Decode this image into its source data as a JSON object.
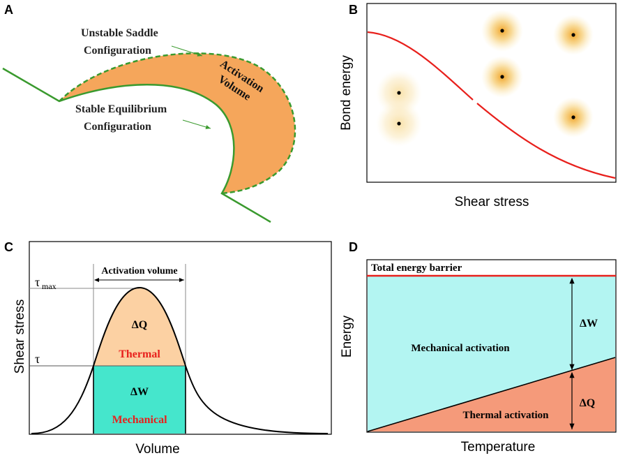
{
  "panels": {
    "a": {
      "letter": "A",
      "saddle_line1": "Unstable Saddle",
      "saddle_line2": "Configuration",
      "stable_line1": "Stable Equilibrium",
      "stable_line2": "Configuration",
      "volume_line1": "Activation",
      "volume_line2": "Volume",
      "colors": {
        "fill": "#f5a65b",
        "line": "#3a9a2e",
        "arrow": "#3a9a2e"
      }
    },
    "b": {
      "letter": "B",
      "ylabel": "Bond energy",
      "xlabel": "Shear stress",
      "colors": {
        "curve": "#e8201c",
        "cloud": "#f0b23a",
        "nucleus": "#000000"
      }
    },
    "c": {
      "letter": "C",
      "ylabel": "Shear stress",
      "xlabel": "Volume",
      "bracket_label": "Activation volume",
      "tau_max": "τ",
      "tau_max_sub": "max",
      "tau": "τ",
      "dq": "ΔQ",
      "thermal": "Thermal",
      "dw": "ΔW",
      "mechanical": "Mechanical",
      "colors": {
        "thermal_fill": "#fcd1a3",
        "mechanical_fill": "#45e6cc",
        "red_text": "#e8201c"
      }
    },
    "d": {
      "letter": "D",
      "ylabel": "Energy",
      "xlabel": "Temperature",
      "barrier_label": "Total energy barrier",
      "mech_label": "Mechanical activation",
      "thermal_label": "Thermal activation",
      "dw": "ΔW",
      "dq": "ΔQ",
      "colors": {
        "mech_fill": "#b3f5f2",
        "thermal_fill": "#f59a7a",
        "barrier_line": "#e8201c"
      }
    }
  }
}
